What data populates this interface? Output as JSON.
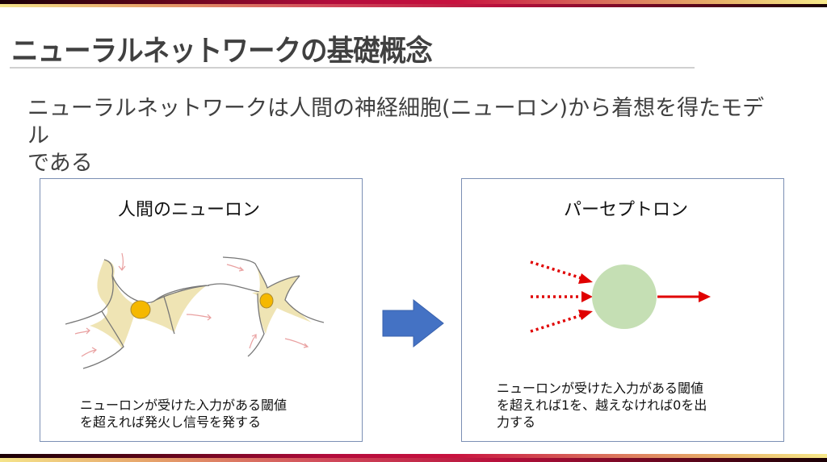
{
  "slide": {
    "title": "ニューラルネットワークの基礎概念",
    "intro_line1": "ニューラルネットワークは人間の神経細胞(ニューロン)から着想を得たモデル",
    "intro_line2": "である"
  },
  "panels": {
    "left": {
      "title": "人間のニューロン",
      "caption_line1": "ニューロンが受けた入力がある閾値",
      "caption_line2": "を超えれば発火し信号を発する",
      "illustration": "neuron-cells-icon"
    },
    "arrow": {
      "icon": "right-arrow-icon",
      "color": "#4472c4"
    },
    "right": {
      "title": "パーセプトロン",
      "caption_line1": "ニューロンが受けた入力がある閾値",
      "caption_line2": "を超えれば1を、越えなければ0を出",
      "caption_line3": "力する",
      "illustration": "perceptron-node-icon"
    }
  },
  "colors": {
    "title_text": "#404040",
    "panel_border": "#7b8fb4",
    "arrow_blue": "#4472c4",
    "signal_red": "#e00000",
    "node_green": "#c5dfb4",
    "cell_body": "#efe4b4",
    "nucleus": "#f5b800"
  }
}
